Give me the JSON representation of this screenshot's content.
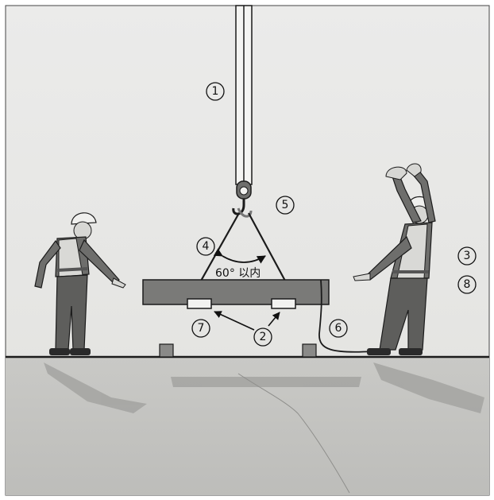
{
  "markers": {
    "m1": "1",
    "m2": "2",
    "m3": "3",
    "m4": "4",
    "m5": "5",
    "m6": "6",
    "m7": "7",
    "m8": "8"
  },
  "angle_label": "60° 以内",
  "colors": {
    "sky": "#e6e6e3",
    "ground": "#c4c4c1",
    "load": "#7a7a78",
    "rope": "#2a2a2a",
    "vest": "#d9d9d6",
    "outline": "#1b1b1b"
  }
}
